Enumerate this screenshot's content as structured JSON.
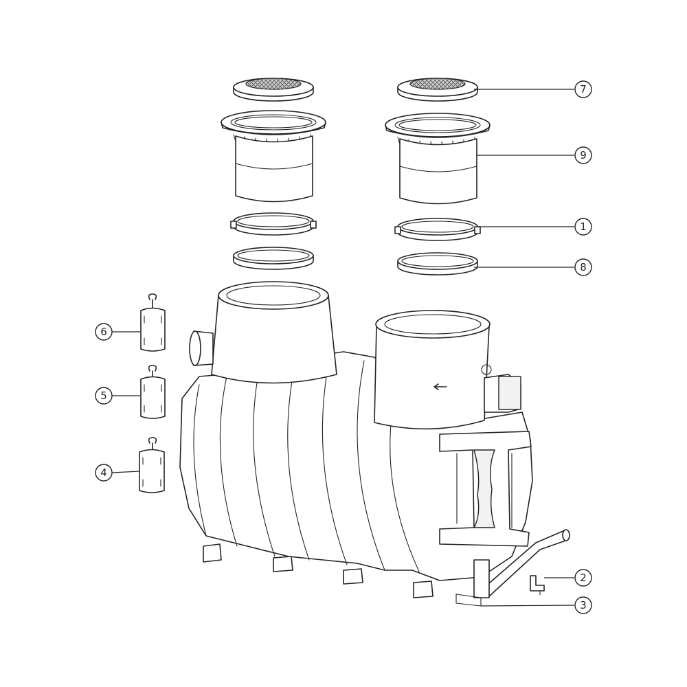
{
  "callouts": [
    {
      "id": "c7",
      "label": "7"
    },
    {
      "id": "c9",
      "label": "9"
    },
    {
      "id": "c1",
      "label": "1"
    },
    {
      "id": "c8",
      "label": "8"
    },
    {
      "id": "c6",
      "label": "6"
    },
    {
      "id": "c5",
      "label": "5"
    },
    {
      "id": "c4",
      "label": "4"
    },
    {
      "id": "c2",
      "label": "2"
    },
    {
      "id": "c3",
      "label": "3"
    }
  ],
  "colors": {
    "line": "#222222",
    "background": "#ffffff",
    "grate": "#bdbdbd"
  }
}
